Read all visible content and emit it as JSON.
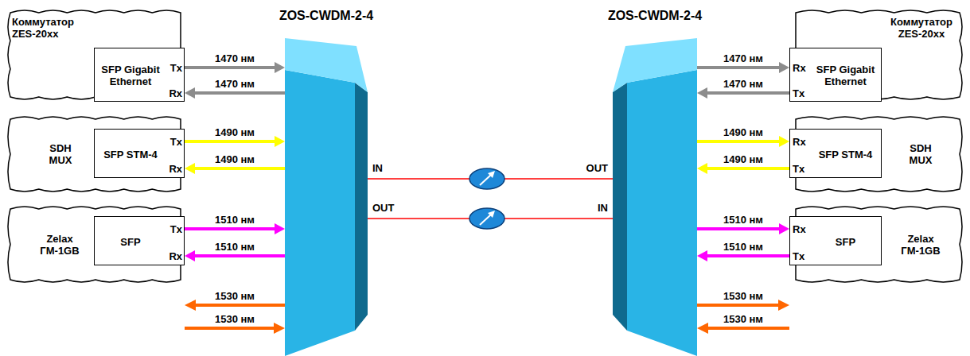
{
  "diagram": {
    "nodes": [
      {
        "text": [
          "Коммутатор ZES-20xx"
        ]
      },
      {
        "text": [
          "SFP Gigabit Ethernet",
          "Tx",
          "Rx"
        ],
        "in": 0
      },
      {
        "text": [
          "SDH MUX"
        ]
      },
      {
        "text": [
          "SFP STM-4",
          "Tx",
          "Rx"
        ],
        "in": 2
      },
      {
        "text": [
          "Zelax ГМ-1GB"
        ]
      },
      {
        "text": [
          "SFP",
          "Tx",
          "Rx"
        ],
        "in": 4
      },
      {
        "text": [
          "ZOS-CWDM-2-4",
          "IN",
          "OUT"
        ]
      },
      {
        "text": [
          "ZOS-CWDM-2-4",
          "OUT",
          "IN"
        ]
      },
      {
        "text": [
          "Коммутатор ZES-20xx"
        ]
      },
      {
        "text": [
          "SFP Gigabit Ethernet",
          "Rx",
          "Tx"
        ],
        "in": 8
      },
      {
        "text": [
          "SDH MUX"
        ]
      },
      {
        "text": [
          "SFP STM-4",
          "Rx",
          "Tx"
        ],
        "in": 10
      },
      {
        "text": [
          "Zelax ГМ-1GB"
        ]
      },
      {
        "text": [
          "SFP",
          "Rx",
          "Tx"
        ],
        "in": 12
      }
    ],
    "edges": [
      {
        "from": 1,
        "to": 6,
        "label": "1470 нм",
        "arrow": "to"
      },
      {
        "from": 6,
        "to": 1,
        "label": "1470 нм",
        "arrow": "to"
      },
      {
        "from": 3,
        "to": 6,
        "label": "1490 нм",
        "arrow": "to"
      },
      {
        "from": 6,
        "to": 3,
        "label": "1490 нм",
        "arrow": "to"
      },
      {
        "from": 5,
        "to": 6,
        "label": "1510 нм",
        "arrow": "to"
      },
      {
        "from": 6,
        "to": 5,
        "label": "1510 нм",
        "arrow": "to"
      },
      {
        "from": 7,
        "to": 6,
        "arrow": "none"
      },
      {
        "from": 6,
        "to": 7,
        "arrow": "none"
      },
      {
        "from": 7,
        "to": 9,
        "label": "1470 нм",
        "arrow": "to"
      },
      {
        "from": 9,
        "to": 7,
        "label": "1470 нм",
        "arrow": "to"
      },
      {
        "from": 7,
        "to": 11,
        "label": "1490 нм",
        "arrow": "to"
      },
      {
        "from": 11,
        "to": 7,
        "label": "1490 нм",
        "arrow": "to"
      },
      {
        "from": 7,
        "to": 13,
        "label": "1510 нм",
        "arrow": "to"
      },
      {
        "from": 13,
        "to": 7,
        "label": "1510 нм",
        "arrow": "to"
      }
    ],
    "labels": [
      "1530 нм",
      "1530 нм",
      "1530 нм",
      "1530 нм"
    ]
  }
}
